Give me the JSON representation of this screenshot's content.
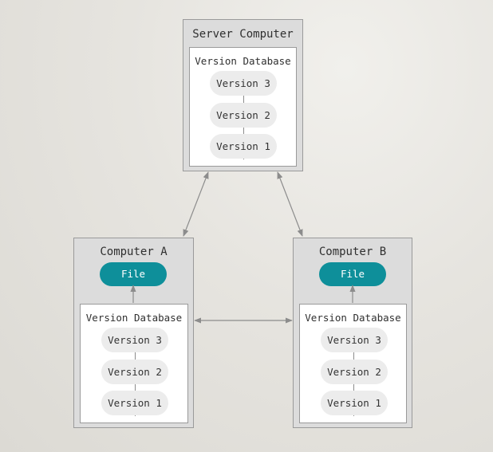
{
  "server": {
    "title": "Server Computer",
    "database_title": "Version Database",
    "versions": [
      "Version 3",
      "Version 2",
      "Version 1"
    ]
  },
  "computer_a": {
    "title": "Computer A",
    "file_label": "File",
    "database_title": "Version Database",
    "versions": [
      "Version 3",
      "Version 2",
      "Version 1"
    ]
  },
  "computer_b": {
    "title": "Computer B",
    "file_label": "File",
    "database_title": "Version Database",
    "versions": [
      "Version 3",
      "Version 2",
      "Version 1"
    ]
  },
  "colors": {
    "file_fill": "#0e8f9a",
    "box_fill": "#dcdcdc",
    "version_pill_fill": "#ececec",
    "arrow": "#8c8c8c"
  }
}
